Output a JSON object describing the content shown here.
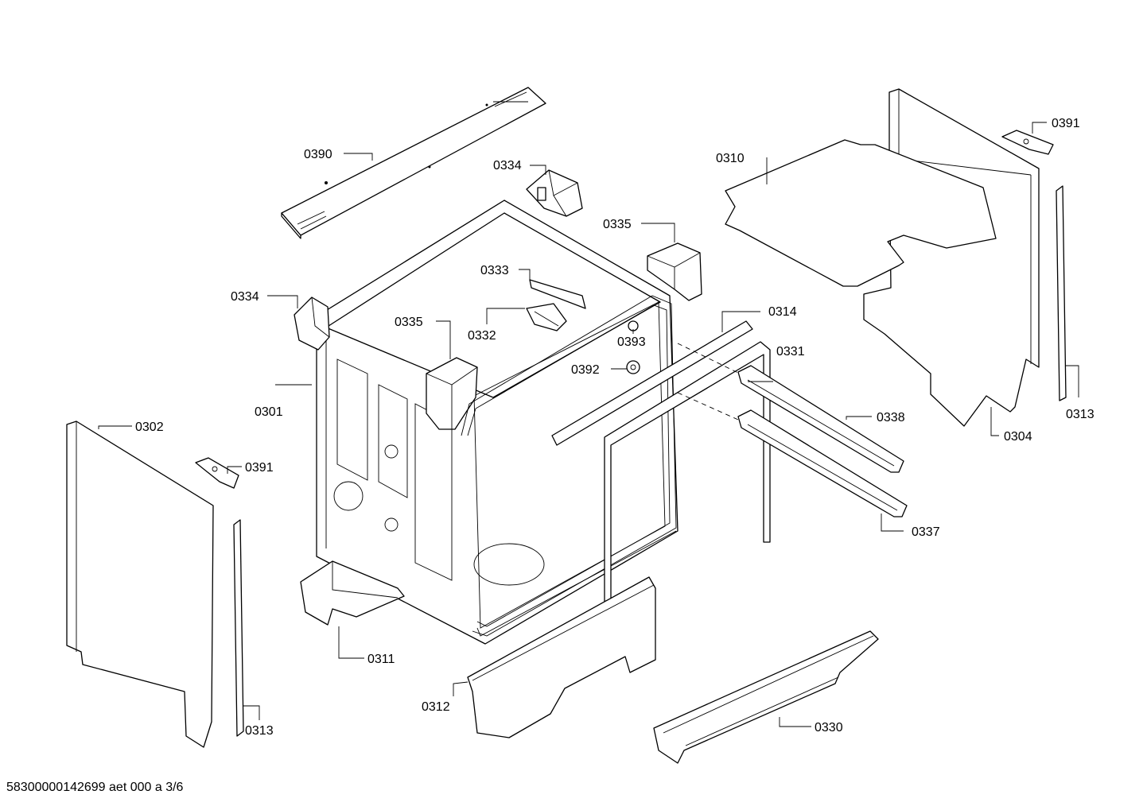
{
  "diagram": {
    "labels": {
      "p0390": "0390",
      "p0334_top": "0334",
      "p0335_right": "0335",
      "p0333": "0333",
      "p0332": "0332",
      "p0334_left": "0334",
      "p0335_left": "0335",
      "p0393": "0393",
      "p0392": "0392",
      "p0301": "0301",
      "p0314": "0314",
      "p0331": "0331",
      "p0338": "0338",
      "p0337": "0337",
      "p0310": "0310",
      "p0391_right": "0391",
      "p0304": "0304",
      "p0313_right": "0313",
      "p0302": "0302",
      "p0391_left": "0391",
      "p0313_left": "0313",
      "p0311": "0311",
      "p0312": "0312",
      "p0330": "0330"
    }
  },
  "footer": {
    "code": "58300000142699 aet 000 a 3/6"
  }
}
